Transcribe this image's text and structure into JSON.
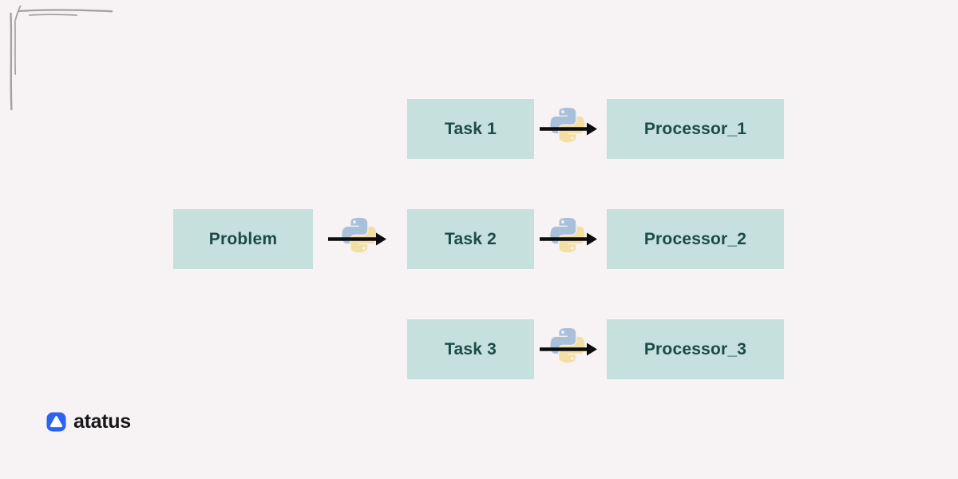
{
  "page": {
    "background_color": "#f7f2f3",
    "decoration": "hand-drawn-corner-lines-top-left"
  },
  "diagram": {
    "nodes": [
      {
        "id": "problem",
        "label": "Problem",
        "fill": "#c6e0dd",
        "text_color": "#1c4b45"
      },
      {
        "id": "task-1",
        "label": "Task 1",
        "fill": "#c6e0dd",
        "text_color": "#1c4b45"
      },
      {
        "id": "task-2",
        "label": "Task 2",
        "fill": "#c6e0dd",
        "text_color": "#1c4b45"
      },
      {
        "id": "task-3",
        "label": "Task 3",
        "fill": "#c6e0dd",
        "text_color": "#1c4b45"
      },
      {
        "id": "processor-1",
        "label": "Processor_1",
        "fill": "#c6e0dd",
        "text_color": "#1c4b45"
      },
      {
        "id": "processor-2",
        "label": "Processor_2",
        "fill": "#c6e0dd",
        "text_color": "#1c4b45"
      },
      {
        "id": "processor-3",
        "label": "Processor_3",
        "fill": "#c6e0dd",
        "text_color": "#1c4b45"
      }
    ],
    "edges": [
      {
        "from": "Problem",
        "to": "Task 2",
        "icon": "python-logo-icon",
        "arrow_color": "#0d0d0d"
      },
      {
        "from": "Task 1",
        "to": "Processor_1",
        "icon": "python-logo-icon",
        "arrow_color": "#0d0d0d"
      },
      {
        "from": "Task 2",
        "to": "Processor_2",
        "icon": "python-logo-icon",
        "arrow_color": "#0d0d0d"
      },
      {
        "from": "Task 3",
        "to": "Processor_3",
        "icon": "python-logo-icon",
        "arrow_color": "#0d0d0d"
      }
    ],
    "icon_colors": {
      "python_blue": "#a9c0db",
      "python_yellow": "#f3dfa4"
    },
    "sketch_stroke_color": "#a3a0a3"
  },
  "footer": {
    "brand": "atatus",
    "brand_icon": "atatus-logo-icon",
    "brand_icon_color": "#2b63f0"
  }
}
